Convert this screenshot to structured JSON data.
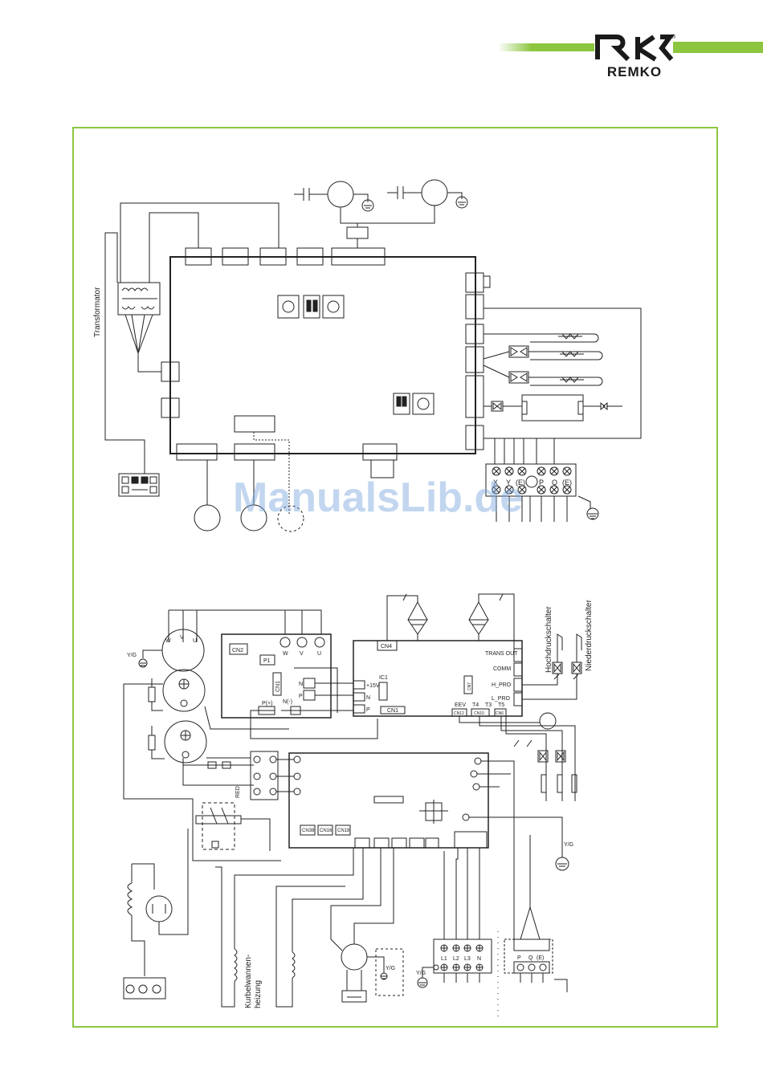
{
  "brand": {
    "logo_text": "REMKO",
    "green": "#8cc63f",
    "registered": "®"
  },
  "diagram_top": {
    "transformer_label": "Transformator",
    "terminal_labels": [
      "X",
      "Y",
      "(E)",
      "P",
      "Q",
      "(E)"
    ]
  },
  "diagram_bottom": {
    "compressor_terminals": [
      "W",
      "V",
      "U"
    ],
    "inverter_labels": {
      "cn2": "CN2",
      "p1": "P1",
      "cn1": "CN1",
      "p_plus": "P(+)",
      "n_minus": "N(-)",
      "n": "N",
      "p": "P",
      "w": "W",
      "v": "V",
      "u": "U"
    },
    "main_board_labels": {
      "cn4": "CN4",
      "ic1": "IC1",
      "plus15v": "+15V",
      "n": "N",
      "p": "P",
      "cn1": "CN1",
      "trans_out": "TRANS OUT",
      "comm": "COMM",
      "h_pro": "H_PRO",
      "l_pro": "L_PRO",
      "eev": "EEV",
      "t4": "T4",
      "t3": "T3",
      "t5": "T5",
      "cn12": "CN12",
      "cn10": "CN10",
      "cn6": "CN6",
      "cn7": "CN7"
    },
    "filter_board_labels": {
      "cn38": "CN38",
      "cn16": "CN16",
      "cn18": "CN18"
    },
    "yg_label": "Y/G",
    "red_label": "RED",
    "high_pressure_switch": "Hochdruckschalter",
    "low_pressure_switch": "Niederdruckschalter",
    "crankcase_heater": "Kurbelwannen-\nheizung",
    "power_terminals": [
      "L1",
      "L2",
      "L3",
      "N"
    ],
    "comm_terminals": [
      "P",
      "Q",
      "(E)"
    ]
  },
  "watermark": "ManualsLib.de"
}
